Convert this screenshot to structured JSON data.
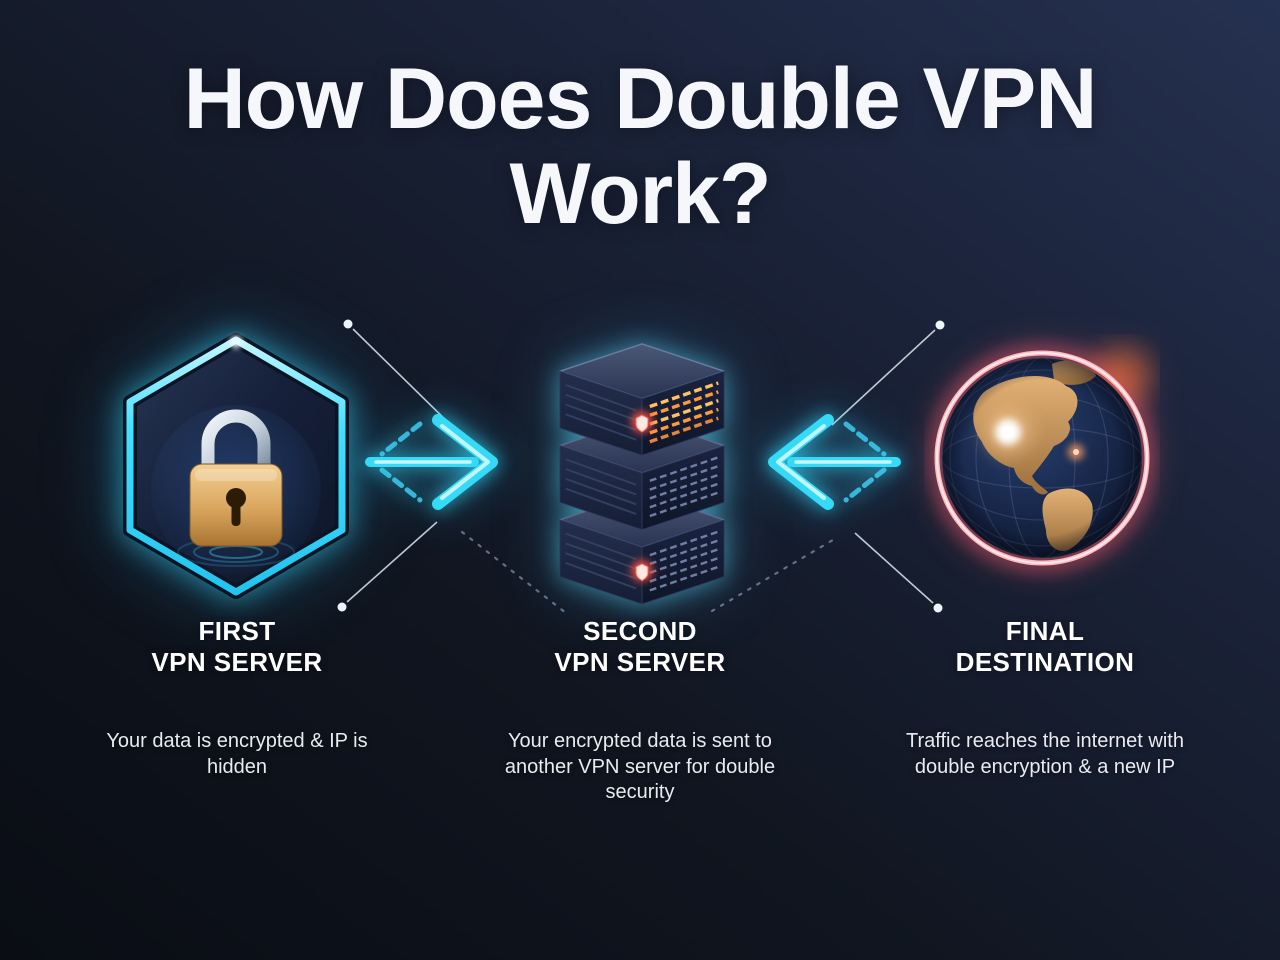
{
  "title": "How Does Double VPN Work?",
  "steps": [
    {
      "icon": "padlock-hexagon-icon",
      "label_line1": "FIRST",
      "label_line2": "VPN SERVER",
      "description": "Your data is encrypted & IP is hidden"
    },
    {
      "icon": "server-stack-icon",
      "label_line1": "SECOND",
      "label_line2": "VPN SERVER",
      "description": "Your encrypted data is sent to another VPN server for double security"
    },
    {
      "icon": "globe-icon",
      "label_line1": "FINAL",
      "label_line2": "DESTINATION",
      "description": "Traffic reaches the internet with double encryption & a new IP"
    }
  ],
  "flow": {
    "arrow_1_direction": "right",
    "arrow_2_direction": "left"
  },
  "colors": {
    "background_top_right": "#253150",
    "background_bottom_left": "#0a0d14",
    "accent_cyan": "#35daf7",
    "glow_pink": "#ff5f6d",
    "lock_gold": "#d9a55e",
    "server_light_orange": "#ffaa45",
    "text_primary": "#ffffff",
    "text_secondary": "#e8ebf0"
  }
}
